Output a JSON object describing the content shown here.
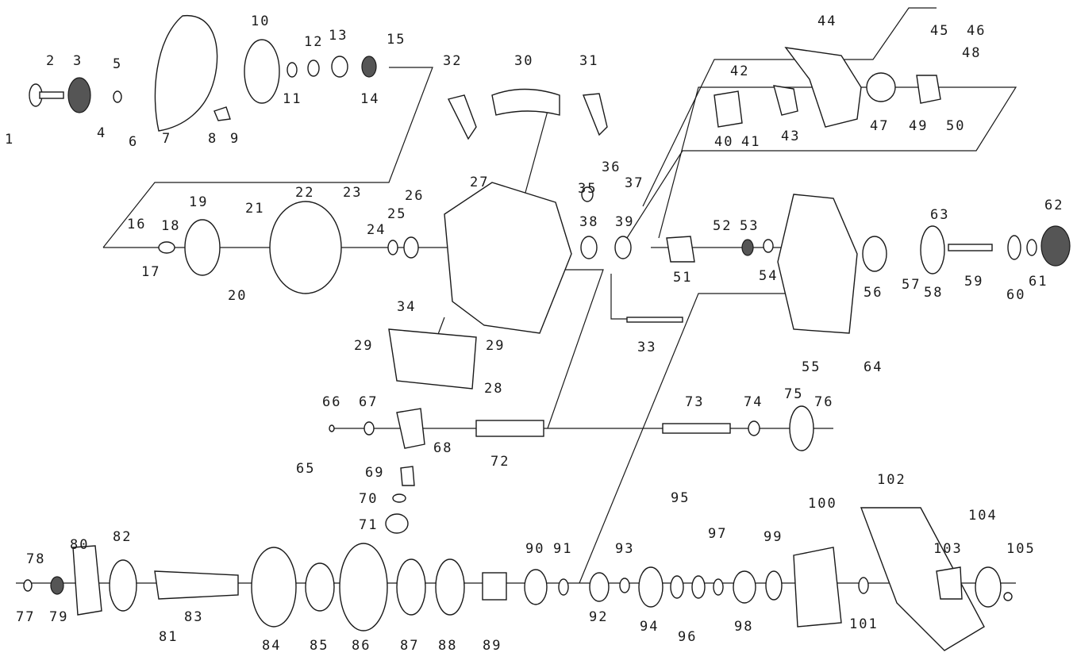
{
  "labels": [
    "1",
    "2",
    "3",
    "4",
    "5",
    "6",
    "7",
    "8",
    "9",
    "10",
    "11",
    "12",
    "13",
    "14",
    "15",
    "16",
    "17",
    "18",
    "19",
    "20",
    "21",
    "22",
    "23",
    "24",
    "25",
    "26",
    "27",
    "28",
    "29",
    "29",
    "30",
    "31",
    "32",
    "33",
    "34",
    "35",
    "36",
    "37",
    "38",
    "39",
    "40",
    "41",
    "42",
    "43",
    "44",
    "45",
    "46",
    "47",
    "48",
    "49",
    "50",
    "51",
    "52",
    "53",
    "54",
    "55",
    "56",
    "57",
    "58",
    "59",
    "60",
    "61",
    "62",
    "63",
    "64",
    "65",
    "66",
    "67",
    "68",
    "69",
    "70",
    "71",
    "72",
    "73",
    "74",
    "75",
    "76",
    "77",
    "78",
    "79",
    "80",
    "81",
    "82",
    "83",
    "84",
    "85",
    "86",
    "87",
    "88",
    "89",
    "90",
    "91",
    "92",
    "93",
    "94",
    "95",
    "96",
    "97",
    "98",
    "99",
    "100",
    "101",
    "102",
    "103",
    "104",
    "105"
  ]
}
